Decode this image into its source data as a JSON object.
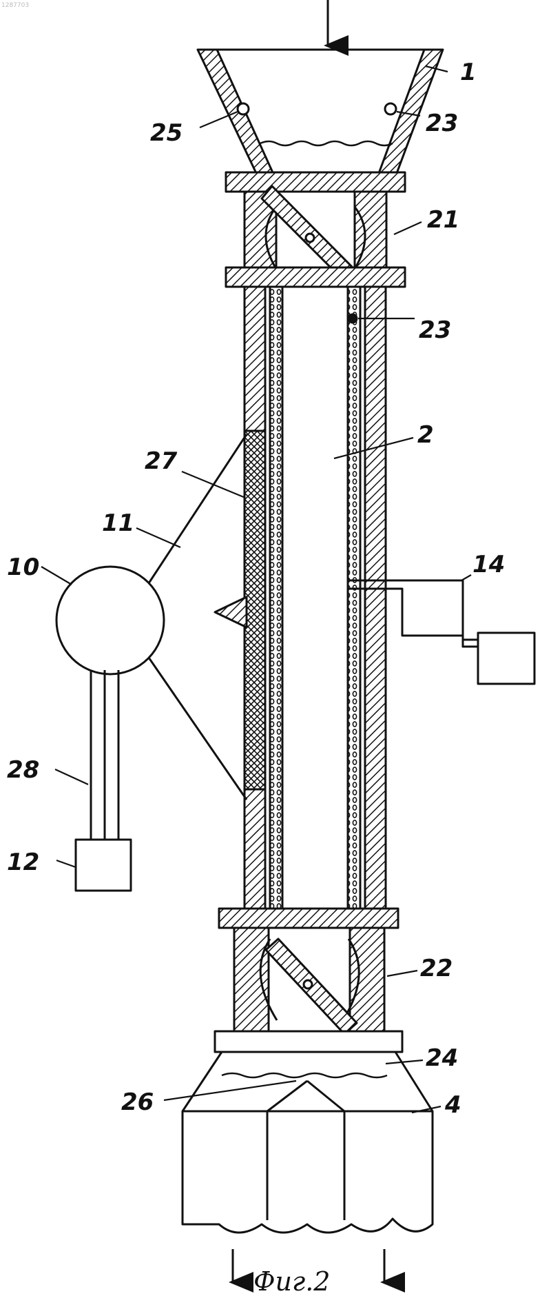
{
  "figure": {
    "caption": "Фиг.2",
    "corner_mark": "1287703"
  },
  "labels": {
    "l1": "1",
    "l25": "25",
    "l23a": "23",
    "l21": "21",
    "l23b": "23",
    "l2": "2",
    "l27": "27",
    "l11": "11",
    "l10": "10",
    "l14": "14",
    "l28": "28",
    "l12": "12",
    "l22": "22",
    "l24": "24",
    "l26": "26",
    "l4": "4"
  },
  "colors": {
    "ink": "#111111",
    "paper": "#ffffff"
  }
}
